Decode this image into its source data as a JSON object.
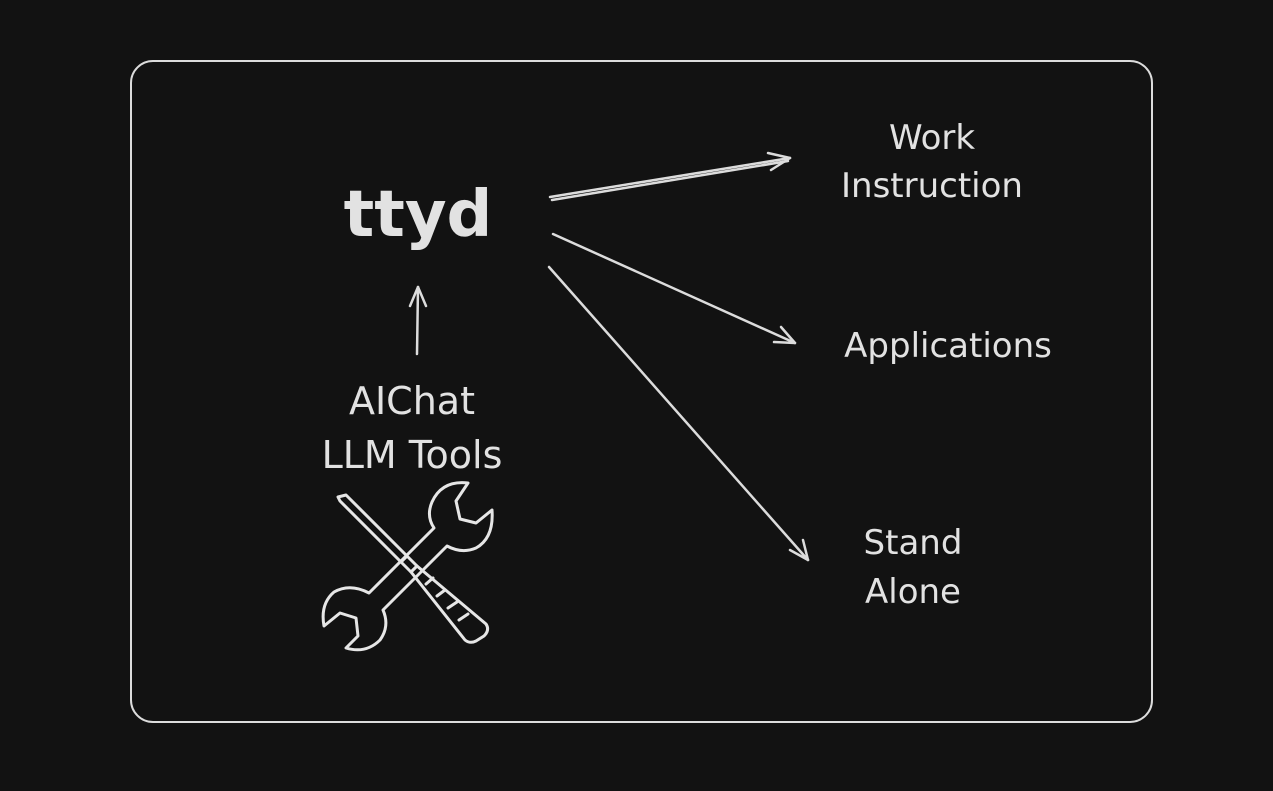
{
  "colors": {
    "background": "#121212",
    "stroke": "#dcdcdc",
    "text": "#e2e2e2"
  },
  "center": {
    "label": "ttyd"
  },
  "source": {
    "line1": "AIChat",
    "line2": "LLM Tools",
    "icon": "wrench-screwdriver-icon"
  },
  "targets": {
    "work": {
      "line1": "Work",
      "line2": "Instruction"
    },
    "applications": {
      "line1": "Applications"
    },
    "standalone": {
      "line1": "Stand",
      "line2": "Alone"
    }
  }
}
